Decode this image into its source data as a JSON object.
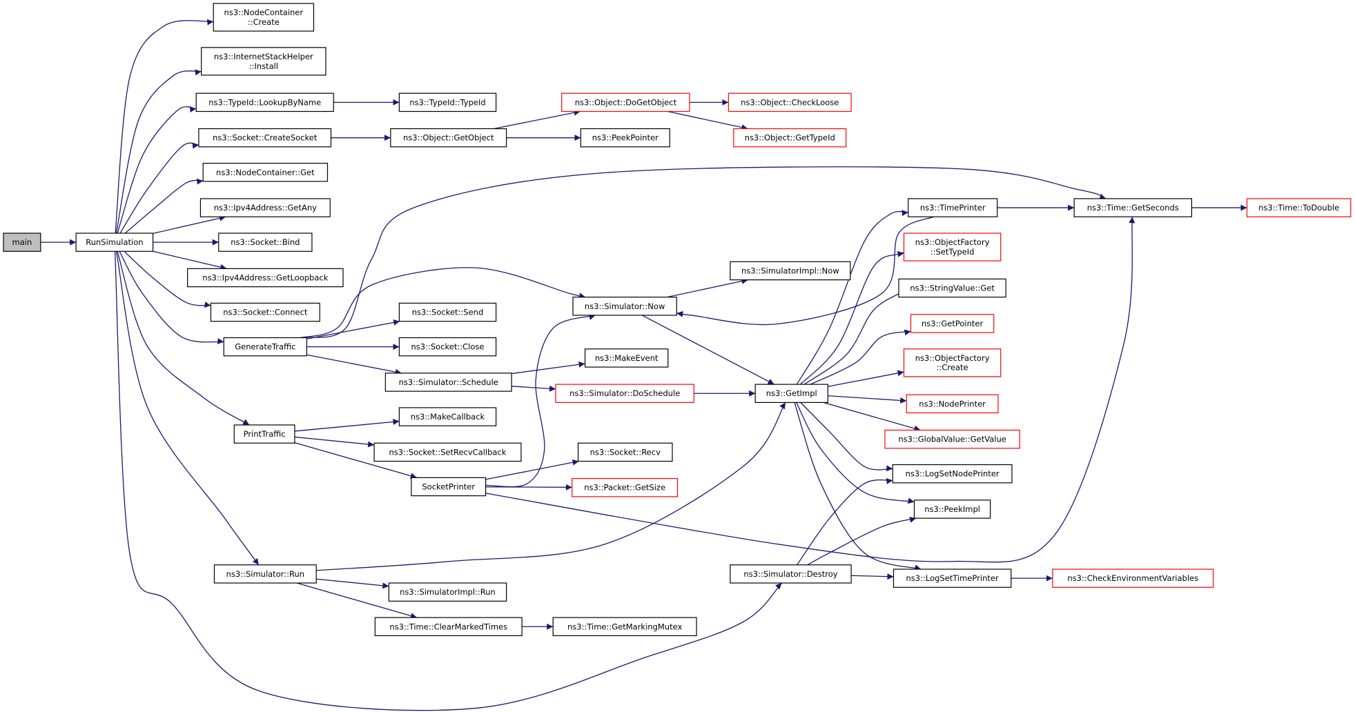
{
  "colors": {
    "edge": "#191970",
    "node_border": "#000000",
    "truncated_border": "#ff0000",
    "root_fill": "#bfbfbf",
    "node_fill": "#ffffff"
  },
  "nodes": [
    {
      "id": "main",
      "lines": [
        "main"
      ],
      "style": "root"
    },
    {
      "id": "RunSimulation",
      "lines": [
        "RunSimulation"
      ],
      "style": "normal"
    },
    {
      "id": "NodeContainerCreate",
      "lines": [
        "ns3::NodeContainer",
        "::Create"
      ],
      "style": "normal"
    },
    {
      "id": "InternetStackHelperInstall",
      "lines": [
        "ns3::InternetStackHelper",
        "::Install"
      ],
      "style": "normal"
    },
    {
      "id": "TypeIdLookupByName",
      "lines": [
        "ns3::TypeId::LookupByName"
      ],
      "style": "normal"
    },
    {
      "id": "SocketCreateSocket",
      "lines": [
        "ns3::Socket::CreateSocket"
      ],
      "style": "normal"
    },
    {
      "id": "NodeContainerGet",
      "lines": [
        "ns3::NodeContainer::Get"
      ],
      "style": "normal"
    },
    {
      "id": "Ipv4AddressGetAny",
      "lines": [
        "ns3::Ipv4Address::GetAny"
      ],
      "style": "normal"
    },
    {
      "id": "SocketBind",
      "lines": [
        "ns3::Socket::Bind"
      ],
      "style": "normal"
    },
    {
      "id": "Ipv4AddressGetLoopback",
      "lines": [
        "ns3::Ipv4Address::GetLoopback"
      ],
      "style": "normal"
    },
    {
      "id": "SocketConnect",
      "lines": [
        "ns3::Socket::Connect"
      ],
      "style": "normal"
    },
    {
      "id": "GenerateTraffic",
      "lines": [
        "GenerateTraffic"
      ],
      "style": "normal"
    },
    {
      "id": "PrintTraffic",
      "lines": [
        "PrintTraffic"
      ],
      "style": "normal"
    },
    {
      "id": "SimulatorRun",
      "lines": [
        "ns3::Simulator::Run"
      ],
      "style": "normal"
    },
    {
      "id": "TypeIdTypeId",
      "lines": [
        "ns3::TypeId::TypeId"
      ],
      "style": "normal"
    },
    {
      "id": "ObjectGetObject",
      "lines": [
        "ns3::Object::GetObject"
      ],
      "style": "normal"
    },
    {
      "id": "SocketSend",
      "lines": [
        "ns3::Socket::Send"
      ],
      "style": "normal"
    },
    {
      "id": "SocketClose",
      "lines": [
        "ns3::Socket::Close"
      ],
      "style": "normal"
    },
    {
      "id": "SimulatorSchedule",
      "lines": [
        "ns3::Simulator::Schedule"
      ],
      "style": "normal"
    },
    {
      "id": "MakeCallback",
      "lines": [
        "ns3::MakeCallback"
      ],
      "style": "normal"
    },
    {
      "id": "SocketSetRecvCallback",
      "lines": [
        "ns3::Socket::SetRecvCallback"
      ],
      "style": "normal"
    },
    {
      "id": "SocketPrinter",
      "lines": [
        "SocketPrinter"
      ],
      "style": "normal"
    },
    {
      "id": "SimulatorImplRun",
      "lines": [
        "ns3::SimulatorImpl::Run"
      ],
      "style": "normal"
    },
    {
      "id": "TimeClearMarkedTimes",
      "lines": [
        "ns3::Time::ClearMarkedTimes"
      ],
      "style": "normal"
    },
    {
      "id": "ObjectDoGetObject",
      "lines": [
        "ns3::Object::DoGetObject"
      ],
      "style": "truncated"
    },
    {
      "id": "PeekPointer",
      "lines": [
        "ns3::PeekPointer"
      ],
      "style": "normal"
    },
    {
      "id": "SimulatorNow",
      "lines": [
        "ns3::Simulator::Now"
      ],
      "style": "normal"
    },
    {
      "id": "MakeEvent",
      "lines": [
        "ns3::MakeEvent"
      ],
      "style": "normal"
    },
    {
      "id": "SimulatorDoSchedule",
      "lines": [
        "ns3::Simulator::DoSchedule"
      ],
      "style": "truncated"
    },
    {
      "id": "SocketRecv",
      "lines": [
        "ns3::Socket::Recv"
      ],
      "style": "normal"
    },
    {
      "id": "PacketGetSize",
      "lines": [
        "ns3::Packet::GetSize"
      ],
      "style": "truncated"
    },
    {
      "id": "TimeGetMarkingMutex",
      "lines": [
        "ns3::Time::GetMarkingMutex"
      ],
      "style": "normal"
    },
    {
      "id": "ObjectCheckLoose",
      "lines": [
        "ns3::Object::CheckLoose"
      ],
      "style": "truncated"
    },
    {
      "id": "ObjectGetTypeId",
      "lines": [
        "ns3::Object::GetTypeId"
      ],
      "style": "truncated"
    },
    {
      "id": "SimulatorImplNow",
      "lines": [
        "ns3::SimulatorImpl::Now"
      ],
      "style": "normal"
    },
    {
      "id": "GetImpl",
      "lines": [
        "ns3::GetImpl"
      ],
      "style": "normal"
    },
    {
      "id": "SimulatorDestroy",
      "lines": [
        "ns3::Simulator::Destroy"
      ],
      "style": "normal"
    },
    {
      "id": "TimePrinter",
      "lines": [
        "ns3::TimePrinter"
      ],
      "style": "normal"
    },
    {
      "id": "ObjectFactorySetTypeId",
      "lines": [
        "ns3::ObjectFactory",
        "::SetTypeId"
      ],
      "style": "truncated"
    },
    {
      "id": "StringValueGet",
      "lines": [
        "ns3::StringValue::Get"
      ],
      "style": "normal"
    },
    {
      "id": "GetPointer",
      "lines": [
        "ns3::GetPointer"
      ],
      "style": "truncated"
    },
    {
      "id": "ObjectFactoryCreate",
      "lines": [
        "ns3::ObjectFactory",
        "::Create"
      ],
      "style": "truncated"
    },
    {
      "id": "NodePrinter",
      "lines": [
        "ns3::NodePrinter"
      ],
      "style": "truncated"
    },
    {
      "id": "GlobalValueGetValue",
      "lines": [
        "ns3::GlobalValue::GetValue"
      ],
      "style": "truncated"
    },
    {
      "id": "LogSetNodePrinter",
      "lines": [
        "ns3::LogSetNodePrinter"
      ],
      "style": "normal"
    },
    {
      "id": "PeekImpl",
      "lines": [
        "ns3::PeekImpl"
      ],
      "style": "normal"
    },
    {
      "id": "LogSetTimePrinter",
      "lines": [
        "ns3::LogSetTimePrinter"
      ],
      "style": "normal"
    },
    {
      "id": "TimeGetSeconds",
      "lines": [
        "ns3::Time::GetSeconds"
      ],
      "style": "normal"
    },
    {
      "id": "CheckEnvironmentVariables",
      "lines": [
        "ns3::CheckEnvironmentVariables"
      ],
      "style": "truncated"
    },
    {
      "id": "TimeToDouble",
      "lines": [
        "ns3::Time::ToDouble"
      ],
      "style": "truncated"
    }
  ],
  "edges": [
    {
      "from": "main",
      "to": "RunSimulation"
    },
    {
      "from": "RunSimulation",
      "to": "NodeContainerCreate"
    },
    {
      "from": "RunSimulation",
      "to": "InternetStackHelperInstall"
    },
    {
      "from": "RunSimulation",
      "to": "TypeIdLookupByName"
    },
    {
      "from": "RunSimulation",
      "to": "SocketCreateSocket"
    },
    {
      "from": "RunSimulation",
      "to": "NodeContainerGet"
    },
    {
      "from": "RunSimulation",
      "to": "Ipv4AddressGetAny"
    },
    {
      "from": "RunSimulation",
      "to": "SocketBind"
    },
    {
      "from": "RunSimulation",
      "to": "Ipv4AddressGetLoopback"
    },
    {
      "from": "RunSimulation",
      "to": "SocketConnect"
    },
    {
      "from": "RunSimulation",
      "to": "GenerateTraffic"
    },
    {
      "from": "RunSimulation",
      "to": "PrintTraffic"
    },
    {
      "from": "RunSimulation",
      "to": "SimulatorRun"
    },
    {
      "from": "RunSimulation",
      "to": "SimulatorDestroy"
    },
    {
      "from": "TypeIdLookupByName",
      "to": "TypeIdTypeId"
    },
    {
      "from": "SocketCreateSocket",
      "to": "ObjectGetObject"
    },
    {
      "from": "ObjectGetObject",
      "to": "ObjectDoGetObject"
    },
    {
      "from": "ObjectGetObject",
      "to": "PeekPointer"
    },
    {
      "from": "ObjectDoGetObject",
      "to": "ObjectCheckLoose"
    },
    {
      "from": "ObjectDoGetObject",
      "to": "ObjectGetTypeId"
    },
    {
      "from": "GenerateTraffic",
      "to": "TimeGetSeconds"
    },
    {
      "from": "GenerateTraffic",
      "to": "SimulatorNow"
    },
    {
      "from": "GenerateTraffic",
      "to": "SocketSend"
    },
    {
      "from": "GenerateTraffic",
      "to": "SocketClose"
    },
    {
      "from": "GenerateTraffic",
      "to": "SimulatorSchedule"
    },
    {
      "from": "SimulatorSchedule",
      "to": "MakeEvent"
    },
    {
      "from": "SimulatorSchedule",
      "to": "SimulatorDoSchedule"
    },
    {
      "from": "SimulatorDoSchedule",
      "to": "GetImpl"
    },
    {
      "from": "PrintTraffic",
      "to": "MakeCallback"
    },
    {
      "from": "PrintTraffic",
      "to": "SocketSetRecvCallback"
    },
    {
      "from": "PrintTraffic",
      "to": "SocketPrinter"
    },
    {
      "from": "SocketPrinter",
      "to": "SimulatorNow"
    },
    {
      "from": "SocketPrinter",
      "to": "SocketRecv"
    },
    {
      "from": "SocketPrinter",
      "to": "PacketGetSize"
    },
    {
      "from": "SocketPrinter",
      "to": "TimeGetSeconds"
    },
    {
      "from": "SimulatorRun",
      "to": "GetImpl"
    },
    {
      "from": "SimulatorRun",
      "to": "SimulatorImplRun"
    },
    {
      "from": "SimulatorRun",
      "to": "TimeClearMarkedTimes"
    },
    {
      "from": "TimeClearMarkedTimes",
      "to": "TimeGetMarkingMutex"
    },
    {
      "from": "SimulatorNow",
      "to": "SimulatorImplNow"
    },
    {
      "from": "SimulatorNow",
      "to": "GetImpl"
    },
    {
      "from": "TimePrinter",
      "to": "SimulatorNow"
    },
    {
      "from": "TimePrinter",
      "to": "TimeGetSeconds"
    },
    {
      "from": "GetImpl",
      "to": "TimePrinter"
    },
    {
      "from": "GetImpl",
      "to": "ObjectFactorySetTypeId"
    },
    {
      "from": "GetImpl",
      "to": "StringValueGet"
    },
    {
      "from": "GetImpl",
      "to": "GetPointer"
    },
    {
      "from": "GetImpl",
      "to": "ObjectFactoryCreate"
    },
    {
      "from": "GetImpl",
      "to": "NodePrinter"
    },
    {
      "from": "GetImpl",
      "to": "GlobalValueGetValue"
    },
    {
      "from": "GetImpl",
      "to": "LogSetNodePrinter"
    },
    {
      "from": "GetImpl",
      "to": "PeekImpl"
    },
    {
      "from": "GetImpl",
      "to": "LogSetTimePrinter"
    },
    {
      "from": "SimulatorDestroy",
      "to": "LogSetNodePrinter"
    },
    {
      "from": "SimulatorDestroy",
      "to": "PeekImpl"
    },
    {
      "from": "SimulatorDestroy",
      "to": "LogSetTimePrinter"
    },
    {
      "from": "LogSetTimePrinter",
      "to": "CheckEnvironmentVariables"
    },
    {
      "from": "TimeGetSeconds",
      "to": "TimeToDouble"
    }
  ]
}
